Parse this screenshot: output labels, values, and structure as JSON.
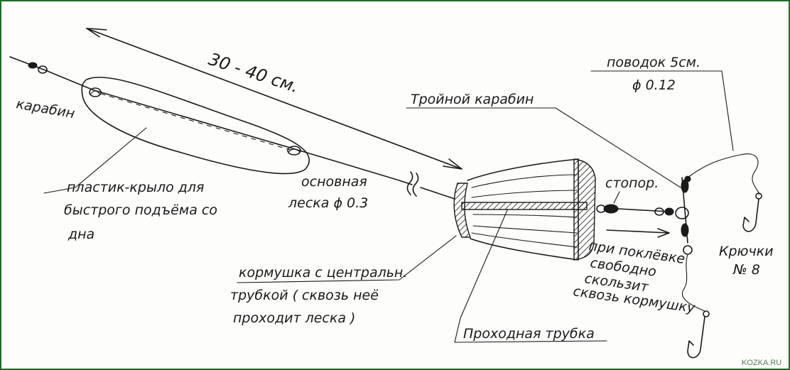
{
  "labels": {
    "carabiner": "карабин",
    "distance": "30 - 40 см.",
    "plastic_wing_line1": "пластик-крыло для",
    "plastic_wing_line2": "быстрого подъёма со",
    "plastic_wing_line3": "дна",
    "main_line_line1": "основная",
    "main_line_line2": "леска ϕ 0.3",
    "triple_carabiner": "Тройной карабин",
    "leader_line1": "поводок 5см.",
    "leader_line2": "ϕ 0.12",
    "stopper": "стопор.",
    "hooks_line1": "Крючки",
    "hooks_line2": "№ 8",
    "sliding_line1": "при поклёвке",
    "sliding_line2": "свободно",
    "sliding_line3": "скользит",
    "sliding_line4": "сквозь кормушку",
    "feeder_line1": "кормушка с центральн.",
    "feeder_line2": "трубкой ( сквозь неё",
    "feeder_line3": "проходит леска )",
    "through_tube": "Проходная трубка"
  },
  "watermark": "KOZKA.RU",
  "colors": {
    "ink": "#1a1a1a",
    "frame": "#1f6b2a",
    "paper": "#fdfdfb"
  }
}
